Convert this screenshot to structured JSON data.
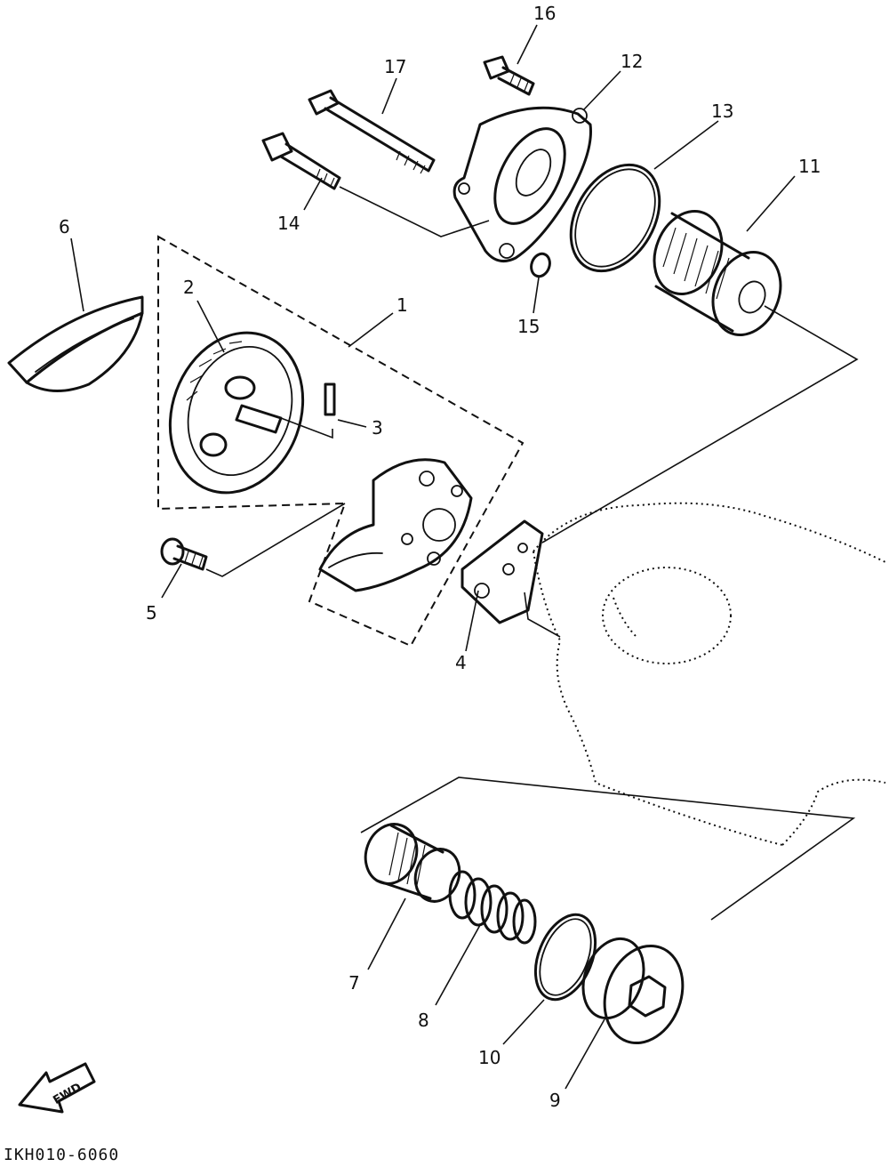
{
  "diagram": {
    "callouts": [
      {
        "id": "1",
        "text": "1"
      },
      {
        "id": "2",
        "text": "2"
      },
      {
        "id": "3",
        "text": "3"
      },
      {
        "id": "4",
        "text": "4"
      },
      {
        "id": "5",
        "text": "5"
      },
      {
        "id": "6",
        "text": "6"
      },
      {
        "id": "7",
        "text": "7"
      },
      {
        "id": "8",
        "text": "8"
      },
      {
        "id": "9",
        "text": "9"
      },
      {
        "id": "10",
        "text": "10"
      },
      {
        "id": "11",
        "text": "11"
      },
      {
        "id": "12",
        "text": "12"
      },
      {
        "id": "13",
        "text": "13"
      },
      {
        "id": "14",
        "text": "14"
      },
      {
        "id": "15",
        "text": "15"
      },
      {
        "id": "16",
        "text": "16"
      },
      {
        "id": "17",
        "text": "17"
      }
    ],
    "fwd_label": "FWD",
    "figure_code": "IKH010-6060"
  }
}
